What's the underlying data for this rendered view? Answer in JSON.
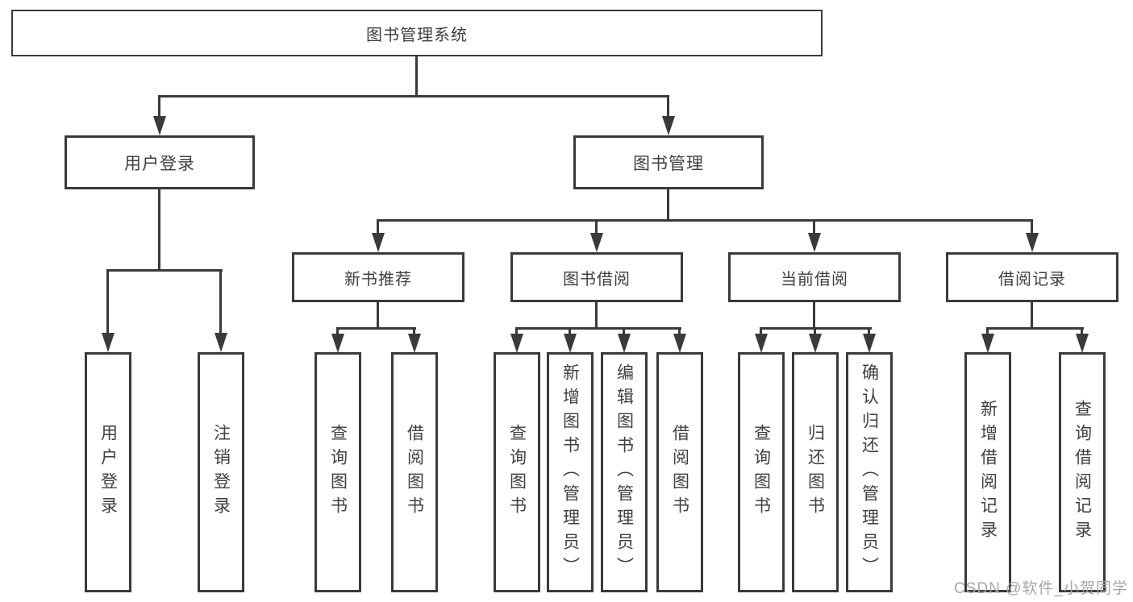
{
  "diagram": {
    "title": "图书管理系统",
    "type": "hierarchy-tree",
    "nodes": {
      "root": "图书管理系统",
      "user_login": "用户登录",
      "book_mgmt": "图书管理",
      "new_book_rec": "新书推荐",
      "book_borrow": "图书借阅",
      "current_borrow": "当前借阅",
      "borrow_records": "借阅记录",
      "leaf_user_login": "用户登录",
      "leaf_logout": "注销登录",
      "leaf_rec_query": "查询图书",
      "leaf_rec_borrow": "借阅图书",
      "leaf_bb_query": "查询图书",
      "leaf_bb_add": "新增图书（管理员）",
      "leaf_bb_edit": "编辑图书（管理员）",
      "leaf_bb_borrow": "借阅图书",
      "leaf_cb_query": "查询图书",
      "leaf_cb_return": "归还图书",
      "leaf_cb_confirm": "确认归还（管理员）",
      "leaf_br_add": "新增借阅记录",
      "leaf_br_query": "查询借阅记录"
    },
    "tree": {
      "图书管理系统": {
        "用户登录": [
          "用户登录",
          "注销登录"
        ],
        "图书管理": {
          "新书推荐": [
            "查询图书",
            "借阅图书"
          ],
          "图书借阅": [
            "查询图书",
            "新增图书（管理员）",
            "编辑图书（管理员）",
            "借阅图书"
          ],
          "当前借阅": [
            "查询图书",
            "归还图书",
            "确认归还（管理员）"
          ],
          "借阅记录": [
            "新增借阅记录",
            "查询借阅记录"
          ]
        }
      }
    },
    "colors": {
      "line": "#3a3a3a",
      "text": "#3f3f3f",
      "background": "#ffffff",
      "watermark": "#a6a6a6"
    }
  },
  "watermark": "CSDN @软件_小贺同学"
}
